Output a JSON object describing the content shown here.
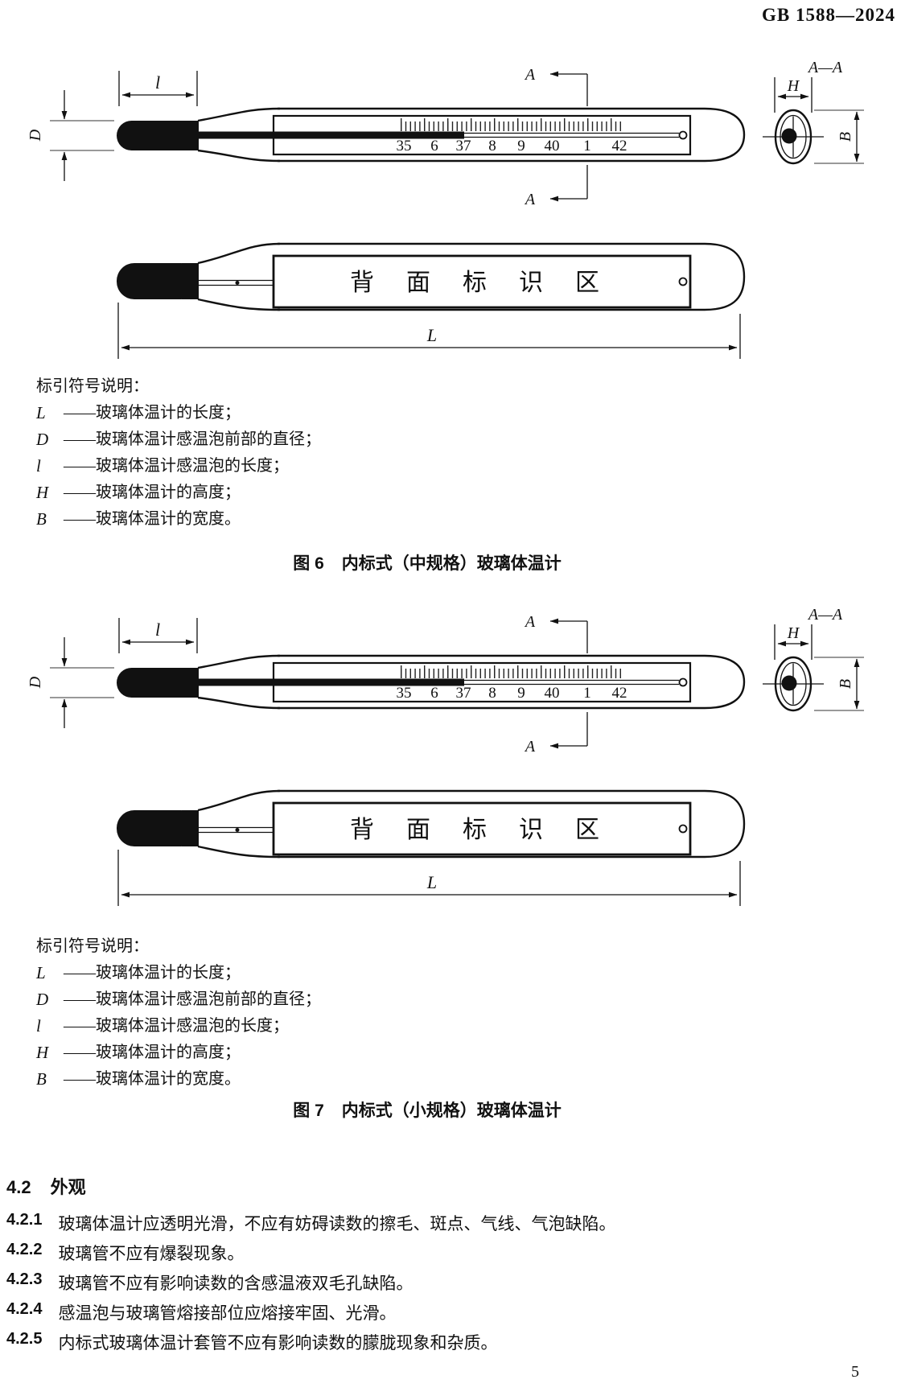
{
  "header": {
    "doc_number": "GB 1588—2024"
  },
  "drawing": {
    "cut_label": "A",
    "section_view_label": "A—A",
    "dim_length_total": "L",
    "dim_bulb_diameter": "D",
    "dim_bulb_length": "l",
    "dim_height": "H",
    "dim_width": "B",
    "scale_numbers": [
      "35",
      "6",
      "37",
      "8",
      "9",
      "40",
      "1",
      "42"
    ],
    "back_panel_chars": [
      "背",
      "面",
      "标",
      "识",
      "区"
    ]
  },
  "legend": {
    "title": "标引符号说明：",
    "items": [
      {
        "symbol": "L",
        "desc": "——玻璃体温计的长度；"
      },
      {
        "symbol": "D",
        "desc": "——玻璃体温计感温泡前部的直径；"
      },
      {
        "symbol": "l",
        "desc": "——玻璃体温计感温泡的长度；"
      },
      {
        "symbol": "H",
        "desc": "——玻璃体温计的高度；"
      },
      {
        "symbol": "B",
        "desc": "——玻璃体温计的宽度。"
      }
    ]
  },
  "figure6": {
    "label": "图 6",
    "title": "内标式（中规格）玻璃体温计"
  },
  "figure7": {
    "label": "图 7",
    "title": "内标式（小规格）玻璃体温计"
  },
  "section": {
    "number": "4.2",
    "title": "外观",
    "clauses": [
      {
        "number": "4.2.1",
        "text": "玻璃体温计应透明光滑，不应有妨碍读数的擦毛、斑点、气线、气泡缺陷。"
      },
      {
        "number": "4.2.2",
        "text": "玻璃管不应有爆裂现象。"
      },
      {
        "number": "4.2.3",
        "text": "玻璃管不应有影响读数的含感温液双毛孔缺陷。"
      },
      {
        "number": "4.2.4",
        "text": "感温泡与玻璃管熔接部位应熔接牢固、光滑。"
      },
      {
        "number": "4.2.5",
        "text": "内标式玻璃体温计套管不应有影响读数的朦胧现象和杂质。"
      }
    ]
  },
  "page_number": "5"
}
